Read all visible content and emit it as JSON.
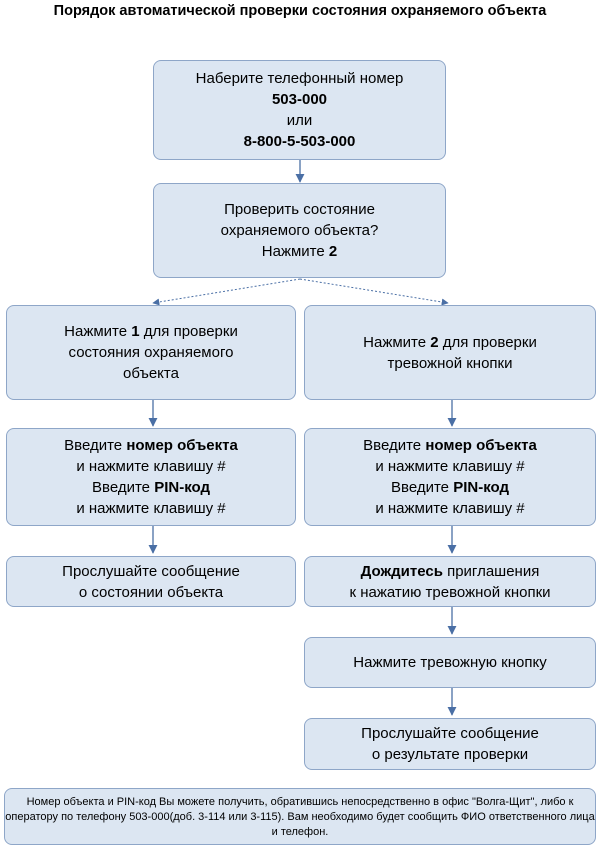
{
  "title": {
    "line1": "Порядок автоматической проверки состояния охраняемого",
    "line2": "объекта"
  },
  "dial": {
    "line1": "Наберите телефонный номер",
    "number1": "503-000",
    "or": "или",
    "number2": "8-800-5-503-000"
  },
  "check": {
    "line1": "Проверить состояние",
    "line2": "охраняемого объекта?",
    "press": "Нажмите ",
    "key": "2"
  },
  "left": {
    "option": {
      "press": "Нажмите ",
      "key": "1",
      "rest": " для проверки",
      "line2": "состояния охраняемого",
      "line3": "объекта"
    },
    "enter": {
      "l1a": "Введите ",
      "l1b": "номер объекта",
      "l2": "и нажмите клавишу #",
      "l3a": "Введите ",
      "l3b": "PIN-код",
      "l4": "и нажмите клавишу #"
    },
    "listen": {
      "line1": "Прослушайте сообщение",
      "line2": "о состоянии объекта"
    }
  },
  "right": {
    "option": {
      "press": "Нажмите ",
      "key": "2",
      "rest": " для проверки",
      "line2": "тревожной кнопки"
    },
    "enter": {
      "l1a": "Введите ",
      "l1b": "номер объекта",
      "l2": "и нажмите клавишу #",
      "l3a": "Введите ",
      "l3b": "PIN-код",
      "l4": "и нажмите клавишу #"
    },
    "wait": {
      "bold": "Дождитесь",
      "rest": " приглашения",
      "line2": "к нажатию тревожной кнопки"
    },
    "press_alarm": {
      "line1": "Нажмите тревожную кнопку"
    },
    "result": {
      "line1": "Прослушайте сообщение",
      "line2": "о результате проверки"
    }
  },
  "note": {
    "line1": "Номер объекта и PIN-код Вы можете получить, обратившись непосредственно в офис",
    "line2": "\"Волга-Щит\", либо к оператору по телефону 503-000(доб. 3-114 или 3-115). Вам необходимо",
    "line3": "будет сообщить ФИО ответственного лица и телефон."
  },
  "colors": {
    "box_fill": "#dce6f2",
    "box_border": "#8ea6c8",
    "arrow": "#4a6fa5"
  }
}
